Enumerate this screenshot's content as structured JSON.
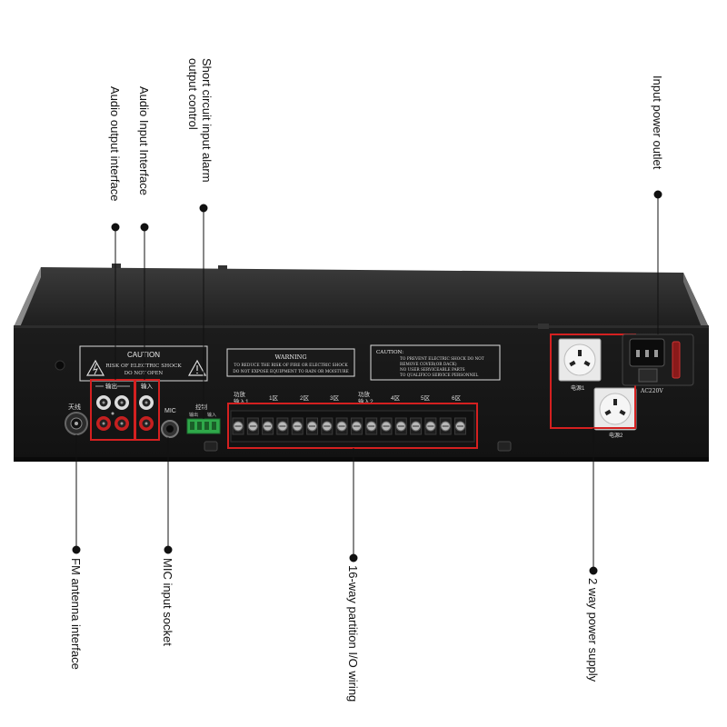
{
  "callouts": {
    "audio_output": "Audio output interface",
    "audio_input": "Audio Input Interface",
    "short_circuit": "Short circuit input alarm\noutput control",
    "input_power": "Input power outlet",
    "fm_antenna": "FM antenna interface",
    "mic_input": "MIC input socket",
    "partition_wiring": "16-way partition I/O wiring",
    "power_supply": "2 way power supply"
  },
  "panel": {
    "caution_box": {
      "title": "CAUTION",
      "line1": "RISK OF ELECTRIC SHOCK",
      "line2": "DO NOT OPEN"
    },
    "warning_box": {
      "title": "WARNING",
      "line1": "TO REDUCE THE RISK OF FIRE OR ELECTRIC SHOCK",
      "line2": "DO NOT EXPOSE EQUIPMENT TO RAIN OR MOISTURE"
    },
    "caution_box2": {
      "title": "CAUTION:",
      "line1": "TO PREVENT ELECTRIC SHOCK DO NOT",
      "line2": "REMOVE COVER(OR DACK)",
      "line3": "NO USER SERVICEABLE PARTS",
      "line4": "TO QUALIFICO SERVICE PERSONNEL"
    },
    "antenna_label": "天线",
    "output_label": "输出",
    "input_label": "输入",
    "mic_label": "MIC",
    "control_label": "控制",
    "control_sub1": "输出",
    "control_sub2": "输入",
    "amp_label": "功放",
    "input1_label": "输入1",
    "input2_label": "输入2",
    "zone_labels": [
      "1区",
      "2区",
      "3区",
      "4区",
      "5区",
      "6区"
    ],
    "outlet1_label": "电源1",
    "outlet2_label": "电源2",
    "ac_label": "AC220V"
  },
  "colors": {
    "accent_red": "#d42020",
    "panel_black": "#161616",
    "callout_line": "#111111"
  }
}
